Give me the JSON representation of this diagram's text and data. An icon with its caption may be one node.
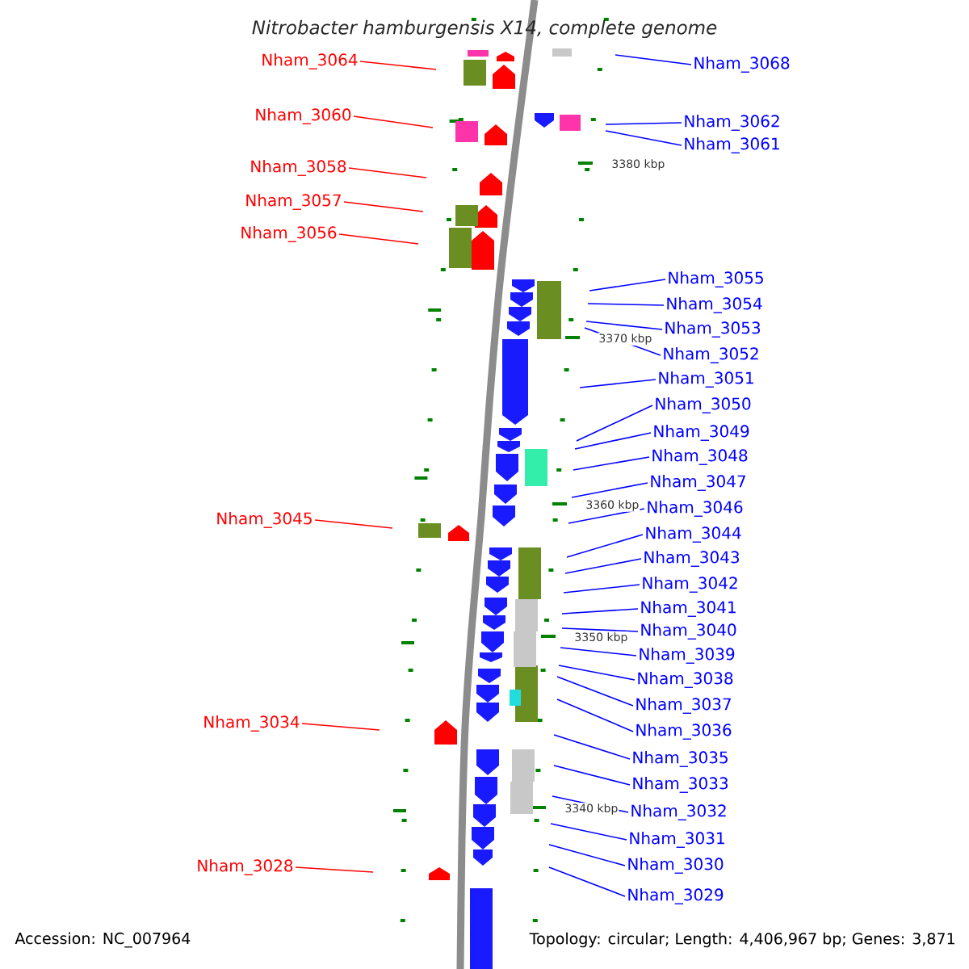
{
  "diagram": {
    "title": "Nitrobacter hamburgensis X14, complete genome",
    "nodes": [
      {
        "text": [
          "Nham_3064"
        ]
      },
      {
        "text": [
          "Nham_3068"
        ]
      },
      {
        "text": [
          "Nham_3060"
        ]
      },
      {
        "text": [
          "Nham_3062"
        ]
      },
      {
        "text": [
          "Nham_3061"
        ]
      },
      {
        "text": [
          "Nham_3058"
        ]
      },
      {
        "text": [
          "Nham_3057"
        ]
      },
      {
        "text": [
          "Nham_3056"
        ]
      },
      {
        "text": [
          "Nham_3055"
        ]
      },
      {
        "text": [
          "Nham_3054"
        ]
      },
      {
        "text": [
          "Nham_3053"
        ]
      },
      {
        "text": [
          "Nham_3052"
        ]
      },
      {
        "text": [
          "Nham_3051"
        ]
      },
      {
        "text": [
          "Nham_3050"
        ]
      },
      {
        "text": [
          "Nham_3049"
        ]
      },
      {
        "text": [
          "Nham_3048"
        ]
      },
      {
        "text": [
          "Nham_3047"
        ]
      },
      {
        "text": [
          "Nham_3046"
        ]
      },
      {
        "text": [
          "Nham_3045"
        ]
      },
      {
        "text": [
          "Nham_3044"
        ]
      },
      {
        "text": [
          "Nham_3043"
        ]
      },
      {
        "text": [
          "Nham_3042"
        ]
      },
      {
        "text": [
          "Nham_3041"
        ]
      },
      {
        "text": [
          "Nham_3040"
        ]
      },
      {
        "text": [
          "Nham_3039"
        ]
      },
      {
        "text": [
          "Nham_3038"
        ]
      },
      {
        "text": [
          "Nham_3037"
        ]
      },
      {
        "text": [
          "Nham_3036"
        ]
      },
      {
        "text": [
          "Nham_3035"
        ]
      },
      {
        "text": [
          "Nham_3034"
        ]
      },
      {
        "text": [
          "Nham_3033"
        ]
      },
      {
        "text": [
          "Nham_3032"
        ]
      },
      {
        "text": [
          "Nham_3031"
        ]
      },
      {
        "text": [
          "Nham_3030"
        ]
      },
      {
        "text": [
          "Nham_3028"
        ]
      },
      {
        "text": [
          "Nham_3029"
        ]
      }
    ],
    "edges": [
      {
        "from": 0,
        "to": null,
        "arrow": "none",
        "color": "#ff0000"
      },
      {
        "from": 1,
        "to": null,
        "arrow": "none"
      },
      {
        "from": 2,
        "to": null,
        "arrow": "none",
        "color": "#ff0000"
      },
      {
        "from": 3,
        "to": null,
        "arrow": "none"
      },
      {
        "from": 4,
        "to": null,
        "arrow": "none"
      },
      {
        "from": 5,
        "to": null,
        "arrow": "none",
        "color": "#ff0000"
      },
      {
        "from": 6,
        "to": null,
        "arrow": "none",
        "color": "#ff0000"
      },
      {
        "from": 7,
        "to": null,
        "arrow": "none",
        "color": "#ff0000"
      },
      {
        "from": 8,
        "to": null,
        "arrow": "none"
      },
      {
        "from": 9,
        "to": null,
        "arrow": "none"
      },
      {
        "from": 10,
        "to": null,
        "arrow": "none"
      },
      {
        "from": 11,
        "to": null,
        "arrow": "none"
      },
      {
        "from": 12,
        "to": null,
        "arrow": "none"
      },
      {
        "from": 13,
        "to": null,
        "arrow": "none"
      },
      {
        "from": 14,
        "to": null,
        "arrow": "none"
      },
      {
        "from": 15,
        "to": null,
        "arrow": "none"
      },
      {
        "from": 16,
        "to": null,
        "arrow": "none"
      },
      {
        "from": 17,
        "to": null,
        "arrow": "none"
      },
      {
        "from": 18,
        "to": null,
        "arrow": "none",
        "color": "#ff0000"
      },
      {
        "from": 19,
        "to": null,
        "arrow": "none"
      },
      {
        "from": 20,
        "to": null,
        "arrow": "none"
      },
      {
        "from": 21,
        "to": null,
        "arrow": "none"
      },
      {
        "from": 22,
        "to": null,
        "arrow": "none"
      },
      {
        "from": 23,
        "to": null,
        "arrow": "none"
      },
      {
        "from": 24,
        "to": null,
        "arrow": "none"
      },
      {
        "from": 25,
        "to": null,
        "arrow": "none"
      },
      {
        "from": 26,
        "to": null,
        "arrow": "none"
      },
      {
        "from": 27,
        "to": null,
        "arrow": "none"
      },
      {
        "from": 28,
        "to": null,
        "arrow": "none"
      },
      {
        "from": 29,
        "to": null,
        "arrow": "none",
        "color": "#ff0000"
      },
      {
        "from": 30,
        "to": null,
        "arrow": "none"
      },
      {
        "from": 31,
        "to": null,
        "arrow": "none"
      },
      {
        "from": 32,
        "to": null,
        "arrow": "none"
      },
      {
        "from": 33,
        "to": null,
        "arrow": "none"
      },
      {
        "from": 34,
        "to": null,
        "arrow": "none",
        "color": "#ff0000"
      },
      {
        "from": 35,
        "to": null,
        "arrow": "none"
      }
    ],
    "labels": [
      "3380 kbp",
      "3370 kbp",
      "3360 kbp",
      "3350 kbp",
      "3340 kbp",
      "Accession: NC_007964",
      "Topology: circular; Length: 4,406,967 bp; Genes: 3,871"
    ]
  }
}
